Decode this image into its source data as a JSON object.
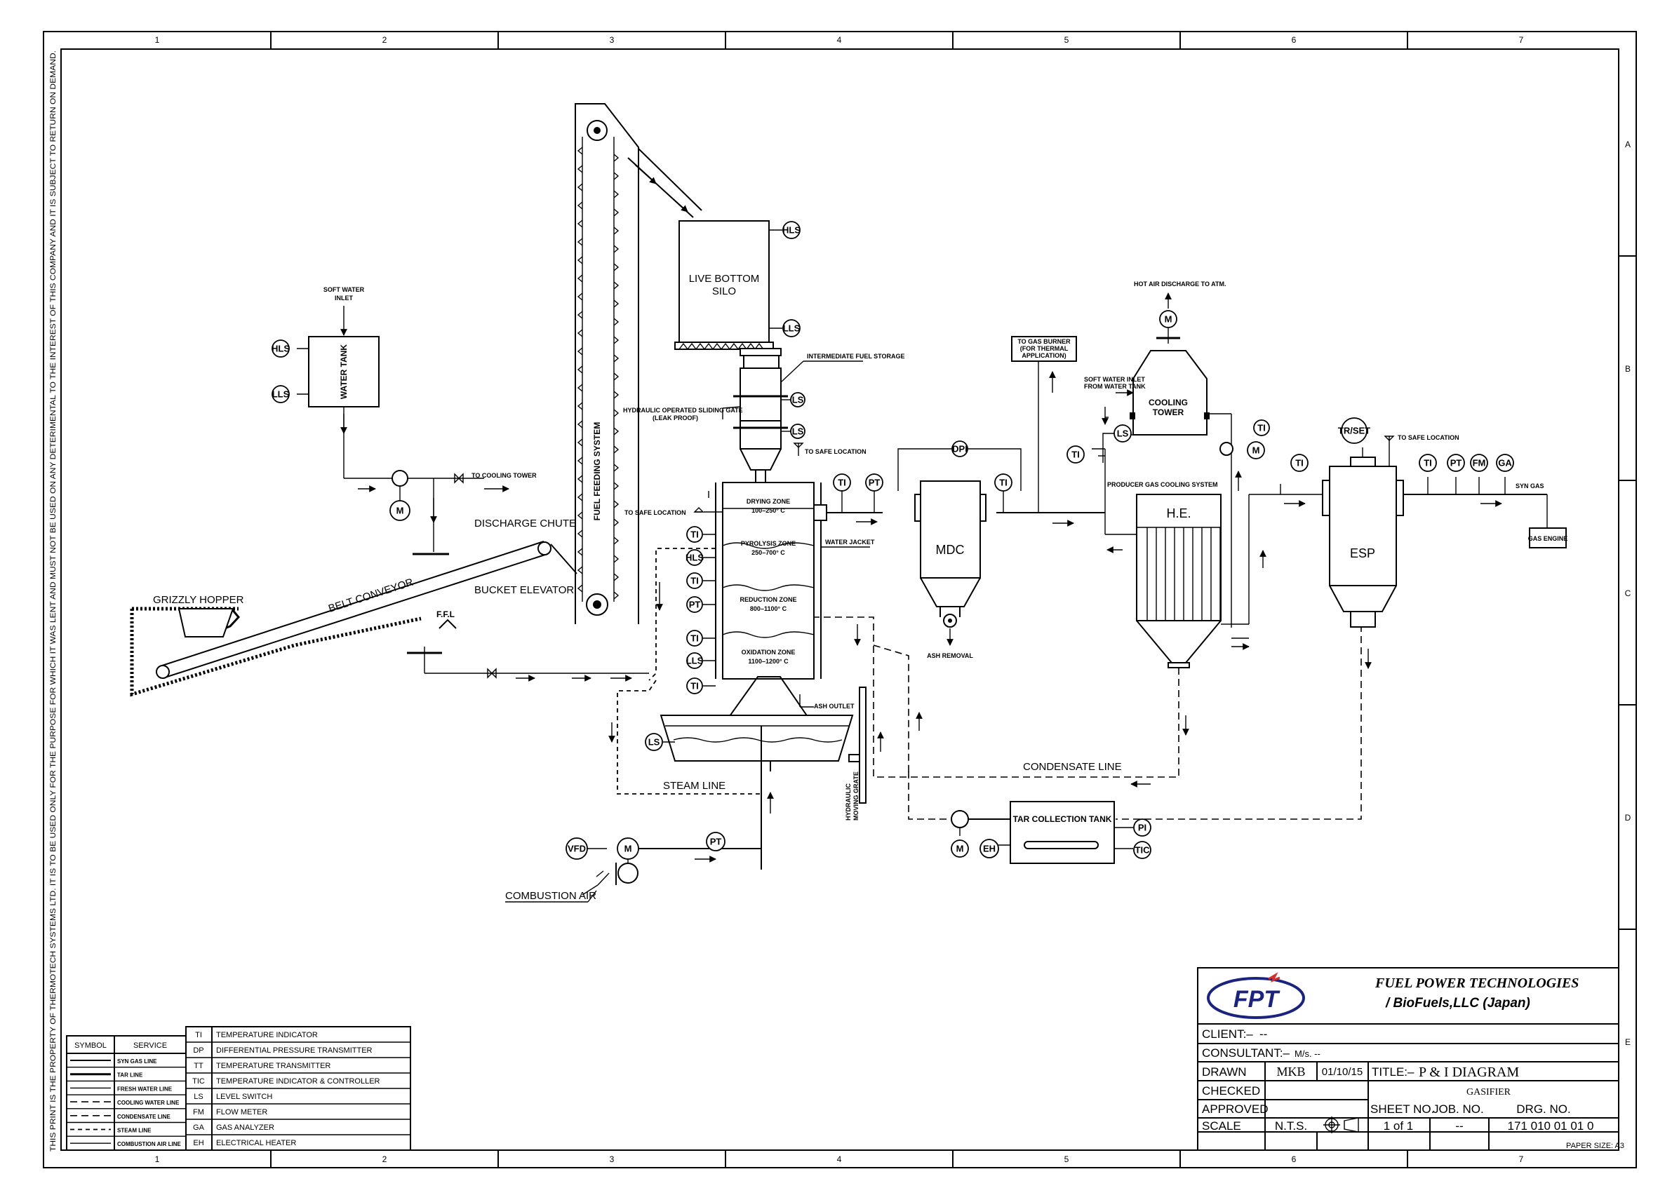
{
  "margin_note": "THIS PRINT IS THE PROPERTY OF THERMOTECH SYSTEMS LTD. IT IS TO BE USED ONLY FOR THE PURPOSE FOR WHICH IT WAS LENT AND MUST NOT BE USED ON ANY DETERIMENTAL TO THE INTEREST OF THIS COMPANY AND IT IS SUBJECT TO RETURN ON DEMAND.",
  "grid": {
    "columns": [
      "1",
      "2",
      "3",
      "4",
      "5",
      "6",
      "7"
    ],
    "rows": [
      "A",
      "B",
      "C",
      "D",
      "E"
    ]
  },
  "paper_size": "PAPER SIZE: A3",
  "equipment": {
    "water_tank": "WATER TANK",
    "soft_water_inlet": [
      "SOFT WATER",
      "INLET"
    ],
    "to_cooling_tower": "TO COOLING TOWER",
    "grizzly_hopper": "GRIZZLY HOPPER",
    "belt_conveyor": "BELT CONVEYOR",
    "discharge_chute": "DISCHARGE CHUTE",
    "bucket_elevator": "BUCKET ELEVATOR",
    "ffl": "F.F.L",
    "fuel_feeding_system": "FUEL FEEDING SYSTEM",
    "live_bottom_silo": [
      "LIVE BOTTOM",
      "SILO"
    ],
    "intermediate_fuel_storage": "INTERMEDIATE FUEL STORAGE",
    "sliding_gate": [
      "HYDRAULIC OPERATED SLIDING GATE",
      "(LEAK PROOF)"
    ],
    "to_safe_location": "TO SAFE LOCATION",
    "drying_zone": [
      "DRYING ZONE",
      "100–250° C"
    ],
    "pyrolysis_zone": [
      "PYROLYSIS ZONE",
      "250–700° C"
    ],
    "reduction_zone": [
      "REDUCTION ZONE",
      "800–1100° C"
    ],
    "oxidation_zone": [
      "OXIDATION ZONE",
      "1100–1200° C"
    ],
    "water_jacket": "WATER JACKET",
    "ash_outlet": "ASH OUTLET",
    "steam_line": "STEAM LINE",
    "hydraulic_moving_grate": [
      "HYDRAULIC",
      "MOVING GRATE"
    ],
    "combustion_air": "COMBUSTION AIR",
    "mdc": "MDC",
    "ash_removal": "ASH REMOVAL",
    "to_gas_burner": [
      "TO GAS BURNER",
      "(FOR THERMAL",
      "APPLICATION)"
    ],
    "hot_air_discharge": "HOT AIR DISCHARGE TO ATM.",
    "soft_water_inlet_from_tank": [
      "SOFT WATER INLET",
      "FROM WATER TANK"
    ],
    "cooling_tower": [
      "COOLING",
      "TOWER"
    ],
    "producer_gas_cooling": "PRODUCER GAS COOLING SYSTEM",
    "he": "H.E.",
    "condensate_line": "CONDENSATE LINE",
    "tar_collection_tank": "TAR COLLECTION TANK",
    "esp": "ESP",
    "syn_gas": "SYN GAS",
    "gas_engine": "GAS ENGINE"
  },
  "instruments": {
    "hls": "HLS",
    "lls": "LLS",
    "ls": "LS",
    "ti": "TI",
    "pt": "PT",
    "m": "M",
    "vfd": "VFD",
    "dpi": "DPI",
    "pi": "PI",
    "tic": "TIC",
    "eh": "EH",
    "fm": "FM",
    "ga": "GA",
    "tr_set": "TR/SET"
  },
  "title_block": {
    "company_line1": "FUEL POWER TECHNOLOGIES",
    "company_line2": "/ BioFuels,LLC (Japan)",
    "logo": "FPT",
    "client_label": "CLIENT:–",
    "client_value": "--",
    "consultant_label": "CONSULTANT:–",
    "consultant_value": "M/s. --",
    "drawn_label": "DRAWN",
    "drawn_by": "MKB",
    "drawn_date": "01/10/15",
    "title_label": "TITLE:–",
    "title_value": "P & I DIAGRAM",
    "subtitle": "GASIFIER",
    "checked_label": "CHECKED",
    "approved_label": "APPROVED",
    "sheet_no_label": "SHEET NO.",
    "job_no_label": "JOB. NO.",
    "drg_no_label": "DRG. NO.",
    "scale_label": "SCALE",
    "scale_value": "N.T.S.",
    "sheet_value": "1 of 1",
    "job_value": "--",
    "drg_value": "171 010 01 01 0"
  },
  "legend": {
    "symbol_header": "SYMBOL",
    "service_header": "SERVICE",
    "services": [
      "SYN GAS LINE",
      "TAR LINE",
      "FRESH WATER LINE",
      "COOLING WATER LINE",
      "CONDENSATE LINE",
      "STEAM LINE",
      "COMBUSTION AIR LINE"
    ],
    "abbreviations": [
      {
        "code": "TI",
        "meaning": "TEMPERATURE INDICATOR"
      },
      {
        "code": "DP",
        "meaning": "DIFFERENTIAL PRESSURE TRANSMITTER"
      },
      {
        "code": "TT",
        "meaning": "TEMPERATURE TRANSMITTER"
      },
      {
        "code": "TIC",
        "meaning": "TEMPERATURE INDICATOR & CONTROLLER"
      },
      {
        "code": "LS",
        "meaning": "LEVEL SWITCH"
      },
      {
        "code": "FM",
        "meaning": "FLOW METER"
      },
      {
        "code": "GA",
        "meaning": "GAS ANALYZER"
      },
      {
        "code": "EH",
        "meaning": "ELECTRICAL HEATER"
      }
    ]
  }
}
